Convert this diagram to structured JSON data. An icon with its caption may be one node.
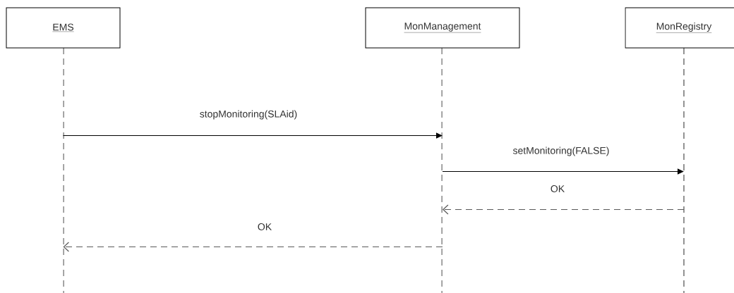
{
  "diagram": {
    "nodes": [
      {
        "text": [
          "EMS"
        ]
      },
      {
        "text": [
          "MonManagement"
        ]
      },
      {
        "text": [
          "MonRegistry"
        ]
      }
    ],
    "edges": [
      {
        "from": 0,
        "to": 1,
        "arrow": "to",
        "label": "stopMonitoring(SLAid)"
      },
      {
        "from": 1,
        "to": 2,
        "arrow": "to",
        "label": "setMonitoring(FALSE)"
      },
      {
        "from": 2,
        "to": 1,
        "arrow": "to",
        "label": "OK",
        "style": "dashed"
      },
      {
        "from": 1,
        "to": 0,
        "arrow": "to",
        "label": "OK",
        "style": "dashed"
      }
    ]
  }
}
